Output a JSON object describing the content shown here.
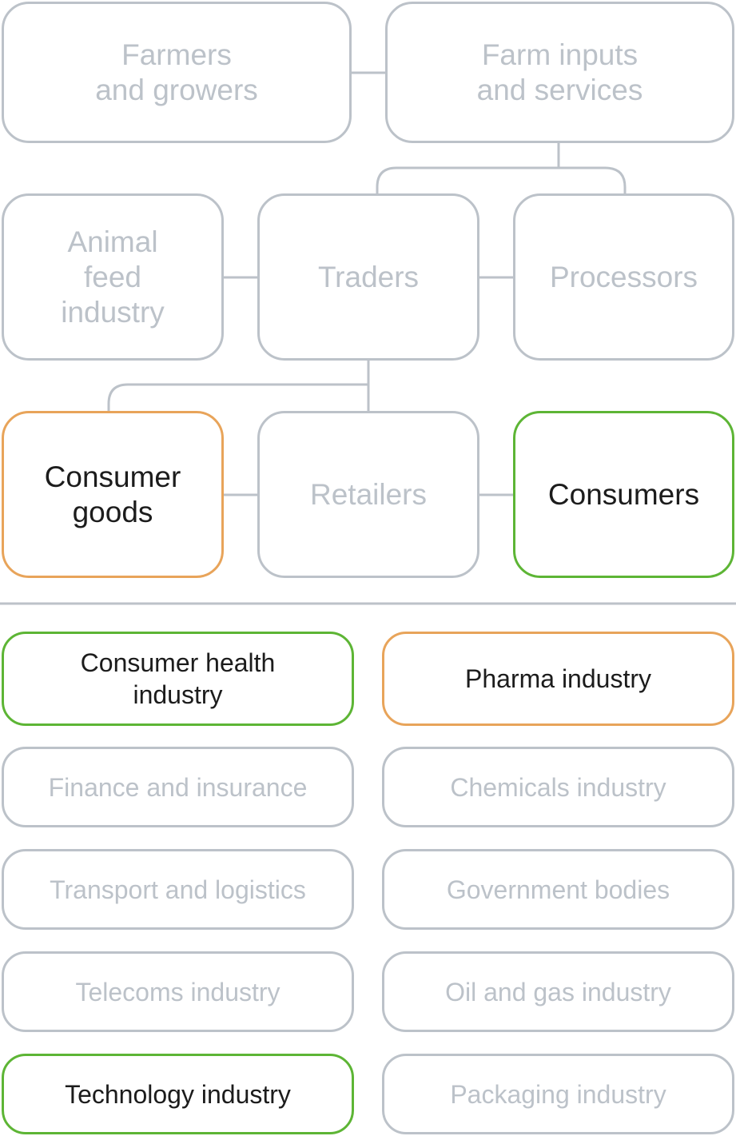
{
  "diagram": {
    "top": {
      "farmers": "Farmers\nand growers",
      "farm_inputs": "Farm inputs\nand services",
      "animal_feed": "Animal\nfeed\nindustry",
      "traders": "Traders",
      "processors": "Processors",
      "consumer_goods": "Consumer\ngoods",
      "retailers": "Retailers",
      "consumers": "Consumers"
    },
    "industries": [
      {
        "label": "Consumer health\nindustry",
        "highlight": "green"
      },
      {
        "label": "Pharma industry",
        "highlight": "orange"
      },
      {
        "label": "Finance and insurance",
        "highlight": "none"
      },
      {
        "label": "Chemicals industry",
        "highlight": "none"
      },
      {
        "label": "Transport and logistics",
        "highlight": "none"
      },
      {
        "label": "Government bodies",
        "highlight": "none"
      },
      {
        "label": "Telecoms industry",
        "highlight": "none"
      },
      {
        "label": "Oil and gas industry",
        "highlight": "none"
      },
      {
        "label": "Technology industry",
        "highlight": "green"
      },
      {
        "label": "Packaging industry",
        "highlight": "none"
      }
    ],
    "colors": {
      "neutral": "#bcc2c9",
      "green": "#5db535",
      "orange": "#e8a45a",
      "text_dark": "#1c1c1c"
    }
  }
}
